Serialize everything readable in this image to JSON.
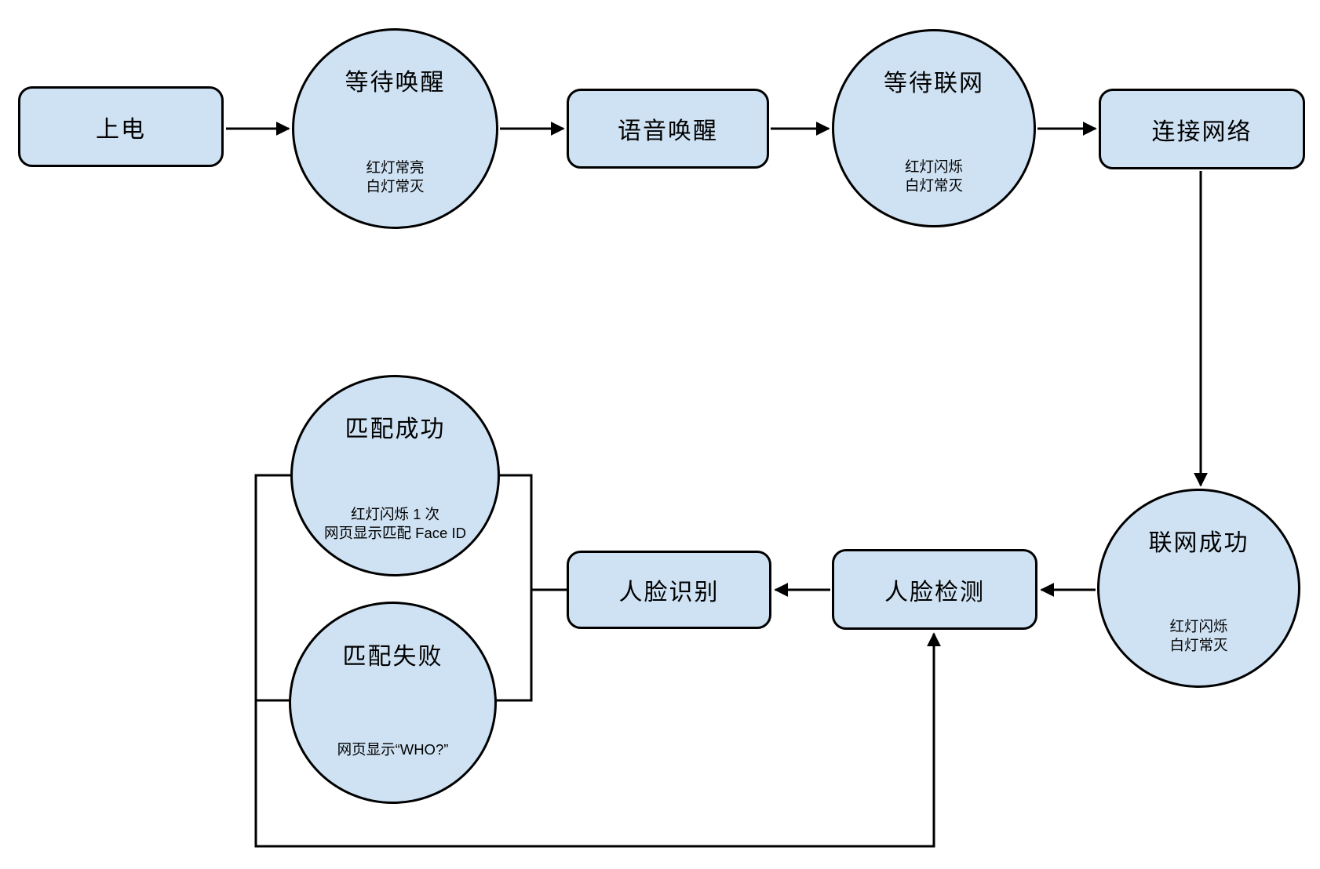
{
  "diagram": {
    "colors": {
      "node_fill": "#cfe2f3",
      "node_stroke": "#000000",
      "edge_color": "#000000",
      "background": "#ffffff"
    },
    "nodes": {
      "power_on": {
        "shape": "rounded-rect",
        "label": "上电"
      },
      "wait_wake": {
        "shape": "circle",
        "label": "等待唤醒",
        "sub1": "红灯常亮",
        "sub2": "白灯常灭"
      },
      "voice_wake": {
        "shape": "rounded-rect",
        "label": "语音唤醒"
      },
      "wait_network": {
        "shape": "circle",
        "label": "等待联网",
        "sub1": "红灯闪烁",
        "sub2": "白灯常灭"
      },
      "connect_network": {
        "shape": "rounded-rect",
        "label": "连接网络"
      },
      "network_success": {
        "shape": "circle",
        "label": "联网成功",
        "sub1": "红灯闪烁",
        "sub2": "白灯常灭"
      },
      "face_detect": {
        "shape": "rounded-rect",
        "label": "人脸检测"
      },
      "face_recognize": {
        "shape": "rounded-rect",
        "label": "人脸识别"
      },
      "match_success": {
        "shape": "circle",
        "label": "匹配成功",
        "sub1": "红灯闪烁 1 次",
        "sub2": "网页显示匹配 Face ID"
      },
      "match_fail": {
        "shape": "circle",
        "label": "匹配失败",
        "sub1": "网页显示“WHO?”"
      }
    },
    "edges": [
      {
        "from": "power_on",
        "to": "wait_wake",
        "arrow": true
      },
      {
        "from": "wait_wake",
        "to": "voice_wake",
        "arrow": true
      },
      {
        "from": "voice_wake",
        "to": "wait_network",
        "arrow": true
      },
      {
        "from": "wait_network",
        "to": "connect_network",
        "arrow": true
      },
      {
        "from": "connect_network",
        "to": "network_success",
        "arrow": true
      },
      {
        "from": "network_success",
        "to": "face_detect",
        "arrow": true
      },
      {
        "from": "face_detect",
        "to": "face_recognize",
        "arrow": true
      },
      {
        "from": "face_recognize",
        "to": "match_success",
        "arrow": false
      },
      {
        "from": "face_recognize",
        "to": "match_fail",
        "arrow": false
      },
      {
        "from": "match_success",
        "to": "face_detect",
        "arrow": true
      },
      {
        "from": "match_fail",
        "to": "face_detect",
        "arrow": true
      }
    ]
  }
}
